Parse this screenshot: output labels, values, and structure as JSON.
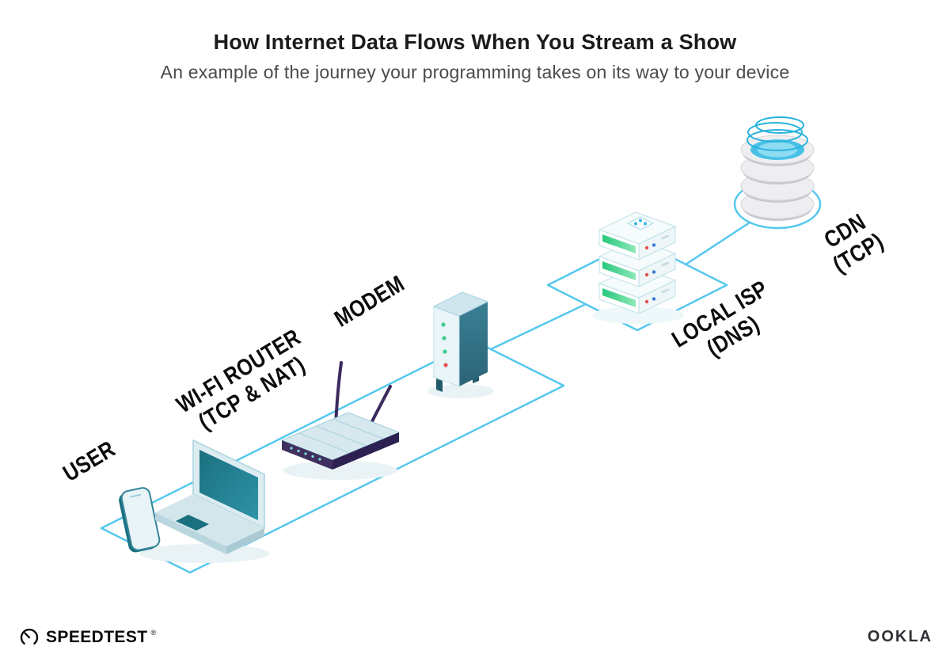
{
  "header": {
    "title": "How Internet Data Flows When You Stream a Show",
    "subtitle": "An example of the journey your programming takes on its way to your device"
  },
  "nodes": {
    "user": {
      "label": "USER",
      "sublabel": ""
    },
    "router": {
      "label": "WI-FI ROUTER",
      "sublabel": "(TCP & NAT)"
    },
    "modem": {
      "label": "MODEM",
      "sublabel": ""
    },
    "isp": {
      "label": "LOCAL ISP",
      "sublabel": "(DNS)"
    },
    "cdn": {
      "label": "CDN",
      "sublabel": "(TCP)"
    }
  },
  "branding": {
    "speedtest": "SPEEDTEST",
    "registered_mark": "®",
    "ookla": "OOKLA"
  },
  "icons": {
    "speedtest_gauge": "circular-gauge-with-needle"
  },
  "colors": {
    "path_blue": "#55c8ee",
    "device_teal_dark": "#19707f",
    "device_teal_light": "#dff0f4",
    "router_purple": "#3b2a5e",
    "led_green": "#3ecf8e",
    "led_red": "#e05252",
    "cdn_cyan": "#2ab3dd"
  }
}
